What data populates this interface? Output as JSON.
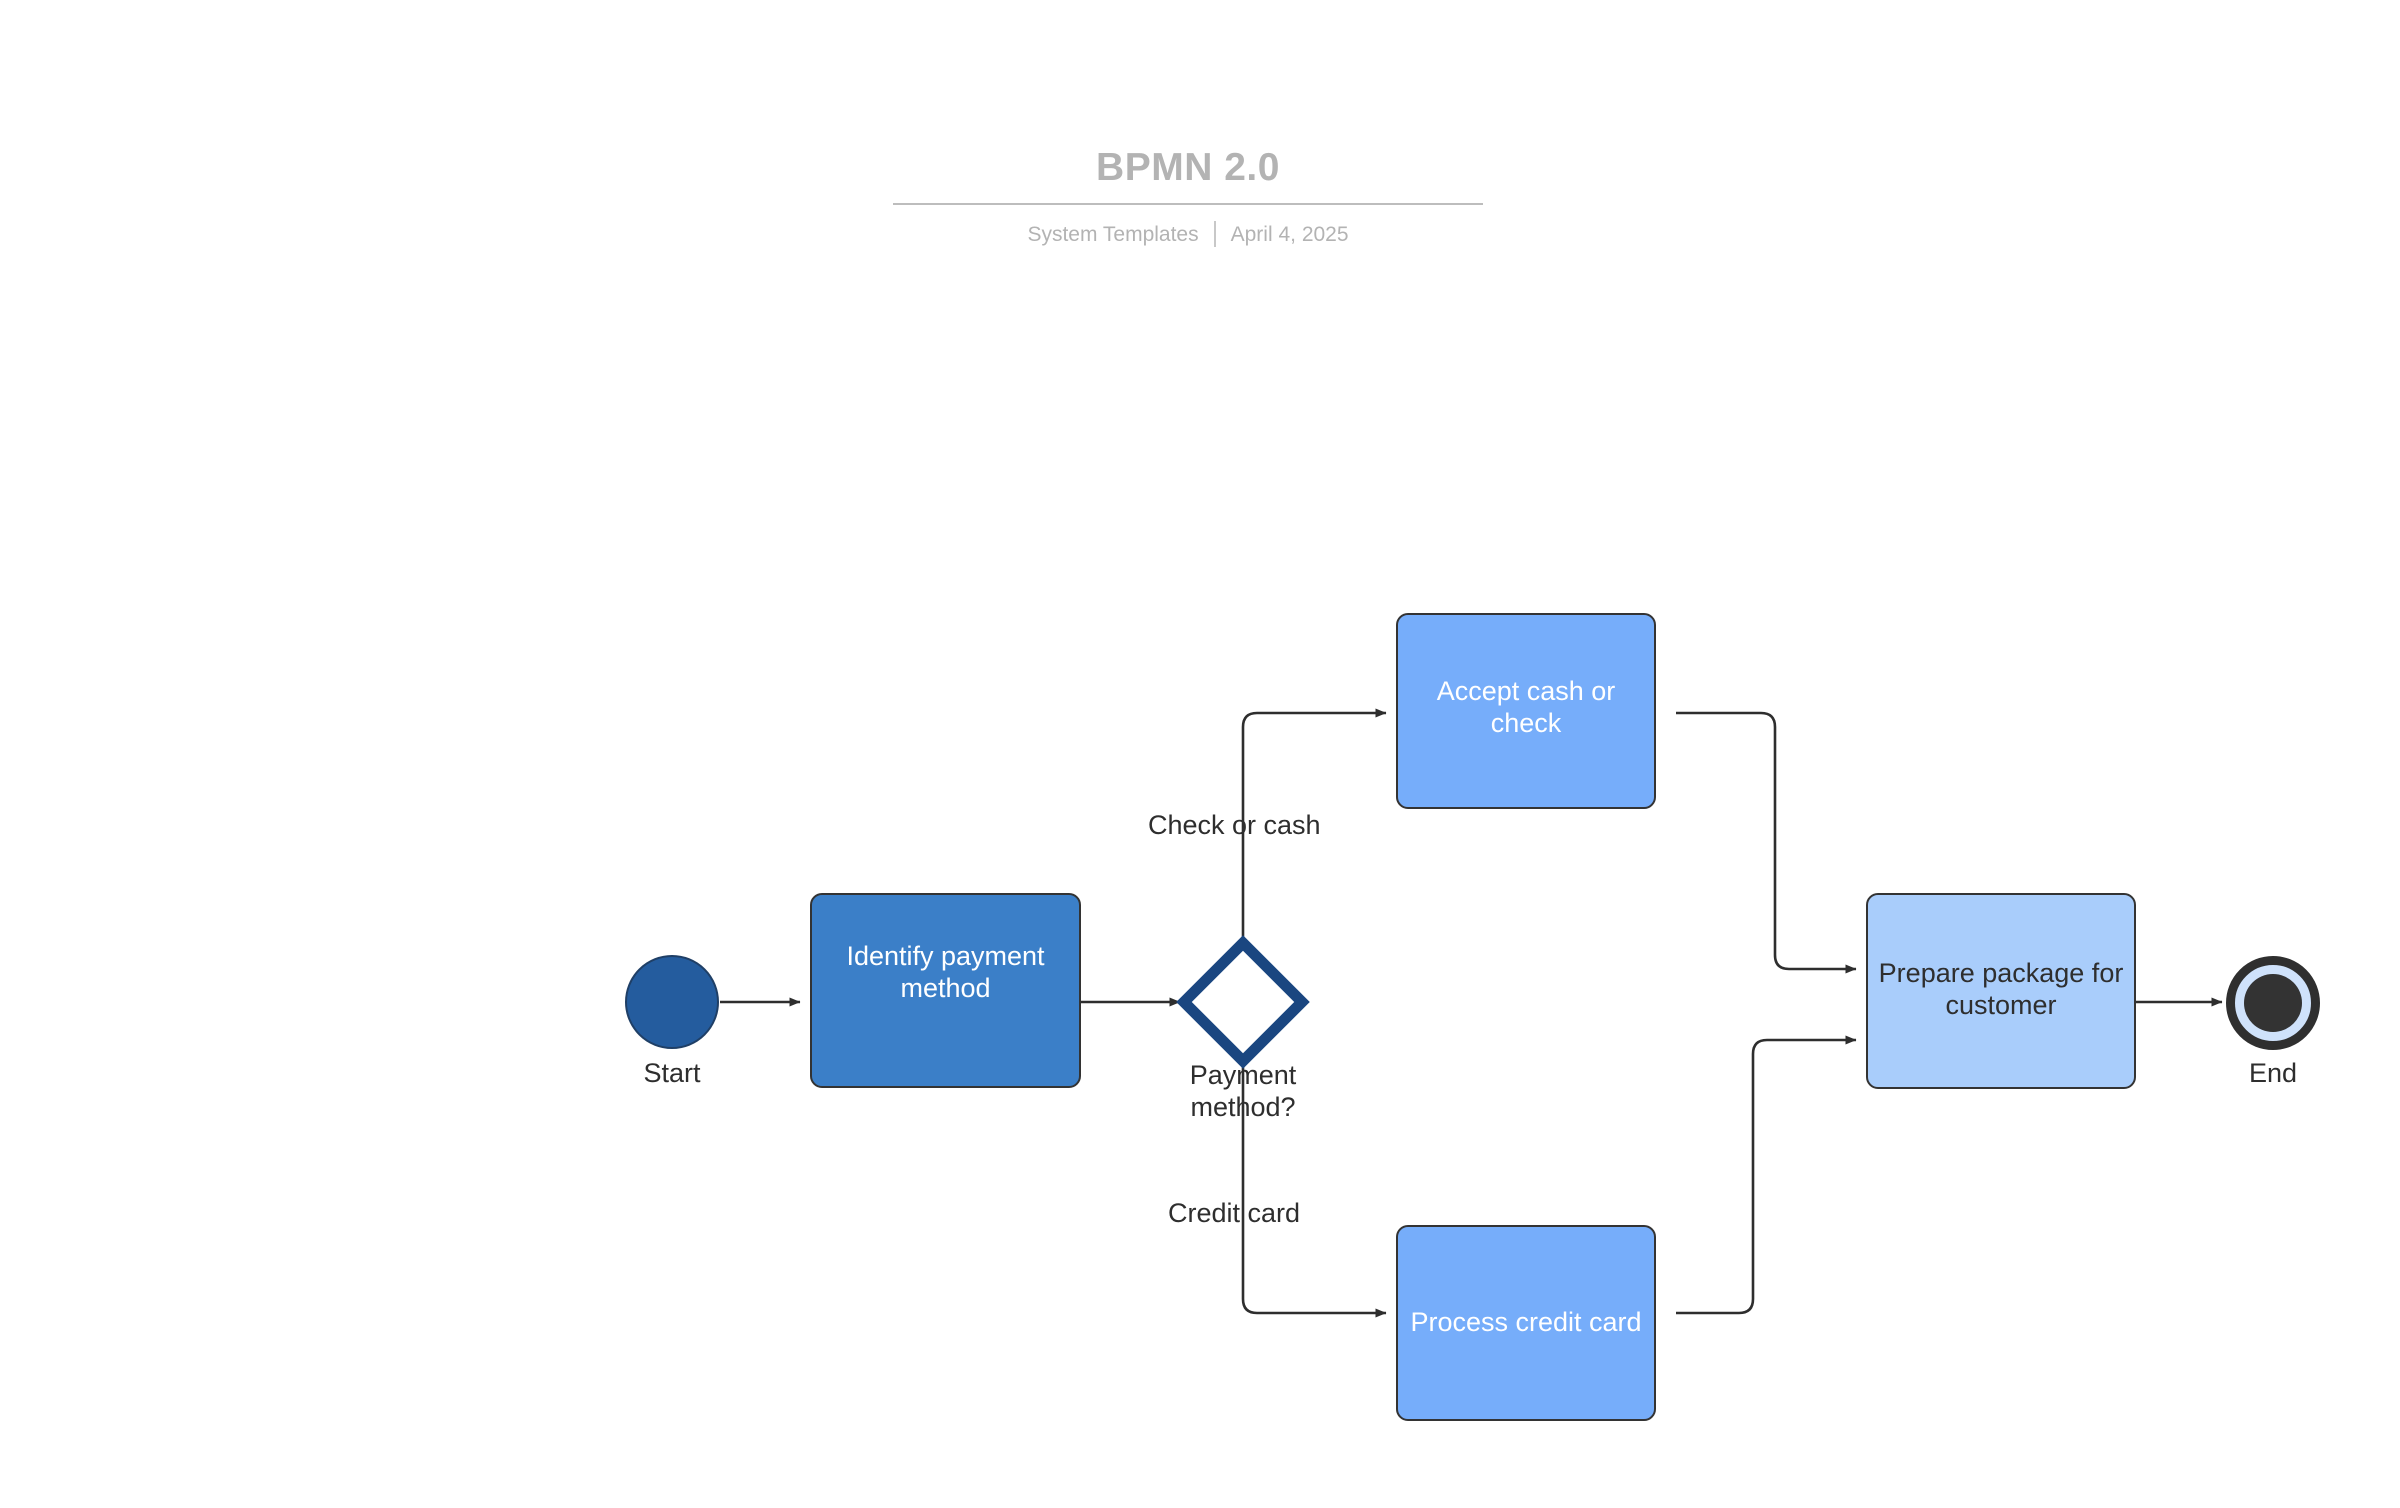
{
  "header": {
    "title": "BPMN 2.0",
    "source": "System Templates",
    "date": "April 4, 2025",
    "divider": "|"
  },
  "diagram": {
    "type": "bpmn-process-flow",
    "colors": {
      "start_event_fill": "#245C9E",
      "task_primary_fill": "#3B7FC8",
      "task_secondary_fill": "#76ADFA",
      "task_tertiary_fill": "#A9CDFB",
      "gateway_stroke": "#1A4680",
      "end_event_stroke": "#2F2F2F",
      "end_event_ring": "#CFE2FB",
      "edge_stroke": "#2E2E2E",
      "header_text": "#B3B3B3"
    },
    "nodes": {
      "start": {
        "label": "Start",
        "kind": "start-event"
      },
      "identify": {
        "label": "Identify payment method",
        "kind": "task"
      },
      "gateway": {
        "label": "Payment method?",
        "kind": "exclusive-gateway"
      },
      "cash": {
        "label": "Accept cash or check",
        "kind": "task"
      },
      "credit": {
        "label": "Process credit card",
        "kind": "task"
      },
      "prepare": {
        "label": "Prepare package for customer",
        "kind": "task"
      },
      "end": {
        "label": "End",
        "kind": "end-event"
      }
    },
    "edges": [
      {
        "from": "start",
        "to": "identify",
        "label": ""
      },
      {
        "from": "identify",
        "to": "gateway",
        "label": ""
      },
      {
        "from": "gateway",
        "to": "cash",
        "label": "Check or cash"
      },
      {
        "from": "gateway",
        "to": "credit",
        "label": "Credit card"
      },
      {
        "from": "cash",
        "to": "prepare",
        "label": ""
      },
      {
        "from": "credit",
        "to": "prepare",
        "label": ""
      },
      {
        "from": "prepare",
        "to": "end",
        "label": ""
      }
    ],
    "edge_labels": {
      "check_or_cash": "Check or cash",
      "credit_card": "Credit card"
    }
  }
}
